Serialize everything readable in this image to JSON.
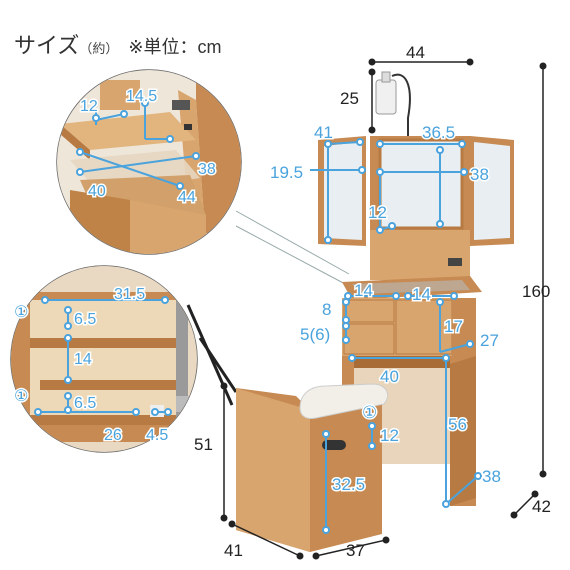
{
  "title": {
    "main": "サイズ",
    "approx": "（約）",
    "unit_note": "※単位：cm"
  },
  "colors": {
    "dimension_blue": "#4aa3dd",
    "dimension_black": "#222222",
    "wood_light": "#d9a56e",
    "wood_mid": "#c68a52",
    "wood_dark": "#a86c36",
    "mirror": "#e9eef2",
    "cushion": "#f1efe8"
  },
  "dimensions": {
    "overall_width": "44",
    "lamp_height": "25",
    "total_height": "160",
    "depth": "42",
    "side_mirror_width": "41",
    "center_mirror_width": "36.5",
    "side_mirror_height": "19.5",
    "center_mirror_height": "38",
    "shelf_height": "12",
    "upper_drawer_left": "14",
    "upper_drawer_right": "14",
    "drawer_front_height": "8",
    "drawer_lower_height": "5(6)",
    "drawer_depth": "17",
    "drawer_right_height": "27",
    "knee_space_width": "40",
    "knee_space_height": "56",
    "base_depth": "38"
  },
  "detail_top": {
    "d12": "12",
    "d14_5": "14.5",
    "d38": "38",
    "d40": "40",
    "d44": "44"
  },
  "detail_left": {
    "marker_top": "①",
    "d31_5": "31.5",
    "d6_5_top": "6.5",
    "d14": "14",
    "marker_bottom": "①",
    "d6_5_bottom": "6.5",
    "d26": "26",
    "d4_5": "4.5"
  },
  "stool": {
    "height": "51",
    "depth": "41",
    "width": "37",
    "marker": "①",
    "handle_height": "12",
    "inner_height": "32.5"
  }
}
